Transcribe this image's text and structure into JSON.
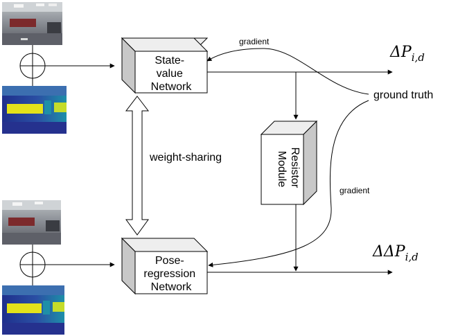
{
  "nodes": {
    "state_value": {
      "lines": [
        "State-",
        "value",
        "Network"
      ]
    },
    "pose_regression": {
      "lines": [
        "Pose-",
        "regression",
        "Network"
      ]
    },
    "resistor": {
      "lines": [
        "Resistor",
        "Module"
      ]
    }
  },
  "labels": {
    "weight_sharing": "weight-sharing",
    "gradient_top": "gradient",
    "gradient_bottom": "gradient",
    "ground_truth": "ground truth"
  },
  "outputs": {
    "top": {
      "symbol": "ΔP",
      "subscript": "i,d"
    },
    "bottom": {
      "symbol": "ΔΔP",
      "subscript": "i,d"
    }
  },
  "colors": {
    "stroke": "#000000",
    "box_front": "#ffffff",
    "box_top": "#eeeeee",
    "box_side": "#c8c8c8",
    "rgb_wall": "#8d9198",
    "rgb_floor": "#5e6068",
    "rgb_ceiling": "#cfd3d6",
    "depth_far": "#1f2f8c",
    "depth_mid": "#1e8fa8",
    "depth_near": "#e4e21a"
  },
  "icons": {
    "fusion": "circle-plus-icon",
    "rgb_image": "rgb-camera-image",
    "depth_image": "depth-map-image"
  }
}
